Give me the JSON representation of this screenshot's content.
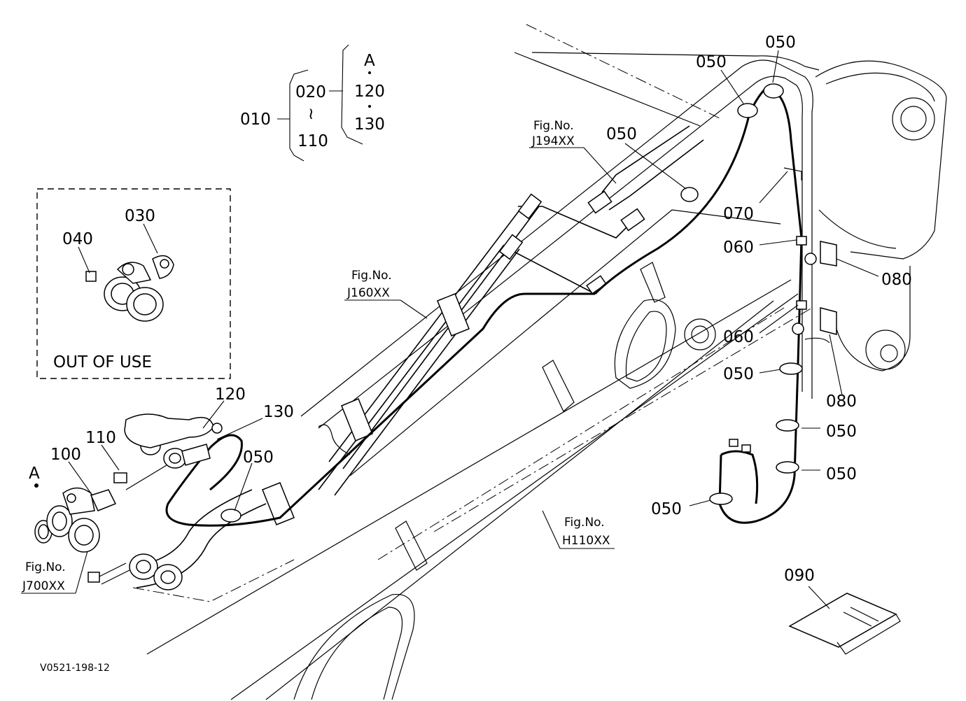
{
  "diagram": {
    "drawing_id": "V0521-198-12",
    "out_of_use_label": "OUT OF USE",
    "fig_refs": {
      "j194": {
        "fig": "Fig.No.",
        "code": "J194XX"
      },
      "j160": {
        "fig": "Fig.No.",
        "code": "J160XX"
      },
      "h110": {
        "fig": "Fig.No.",
        "code": "H110XX"
      },
      "j700": {
        "fig": "Fig.No.",
        "code": "J700XX"
      }
    },
    "legend": {
      "p010": "010",
      "p020": "020",
      "tilde": "≀",
      "p110": "110",
      "a": "A",
      "p120": "120",
      "p130": "130"
    },
    "callouts": {
      "c050_top_left": "050",
      "c050_top_right": "050",
      "c050_mid": "050",
      "c050_r1": "050",
      "c050_r2": "050",
      "c050_r3": "050",
      "c050_bottom": "050",
      "c050_left": "050",
      "c060_a": "060",
      "c060_b": "060",
      "c070": "070",
      "c080_a": "080",
      "c080_b": "080",
      "c090": "090",
      "c030": "030",
      "c040": "040",
      "c100": "100",
      "c110": "110",
      "c120": "120",
      "c130": "130",
      "a_marker": "A"
    }
  }
}
